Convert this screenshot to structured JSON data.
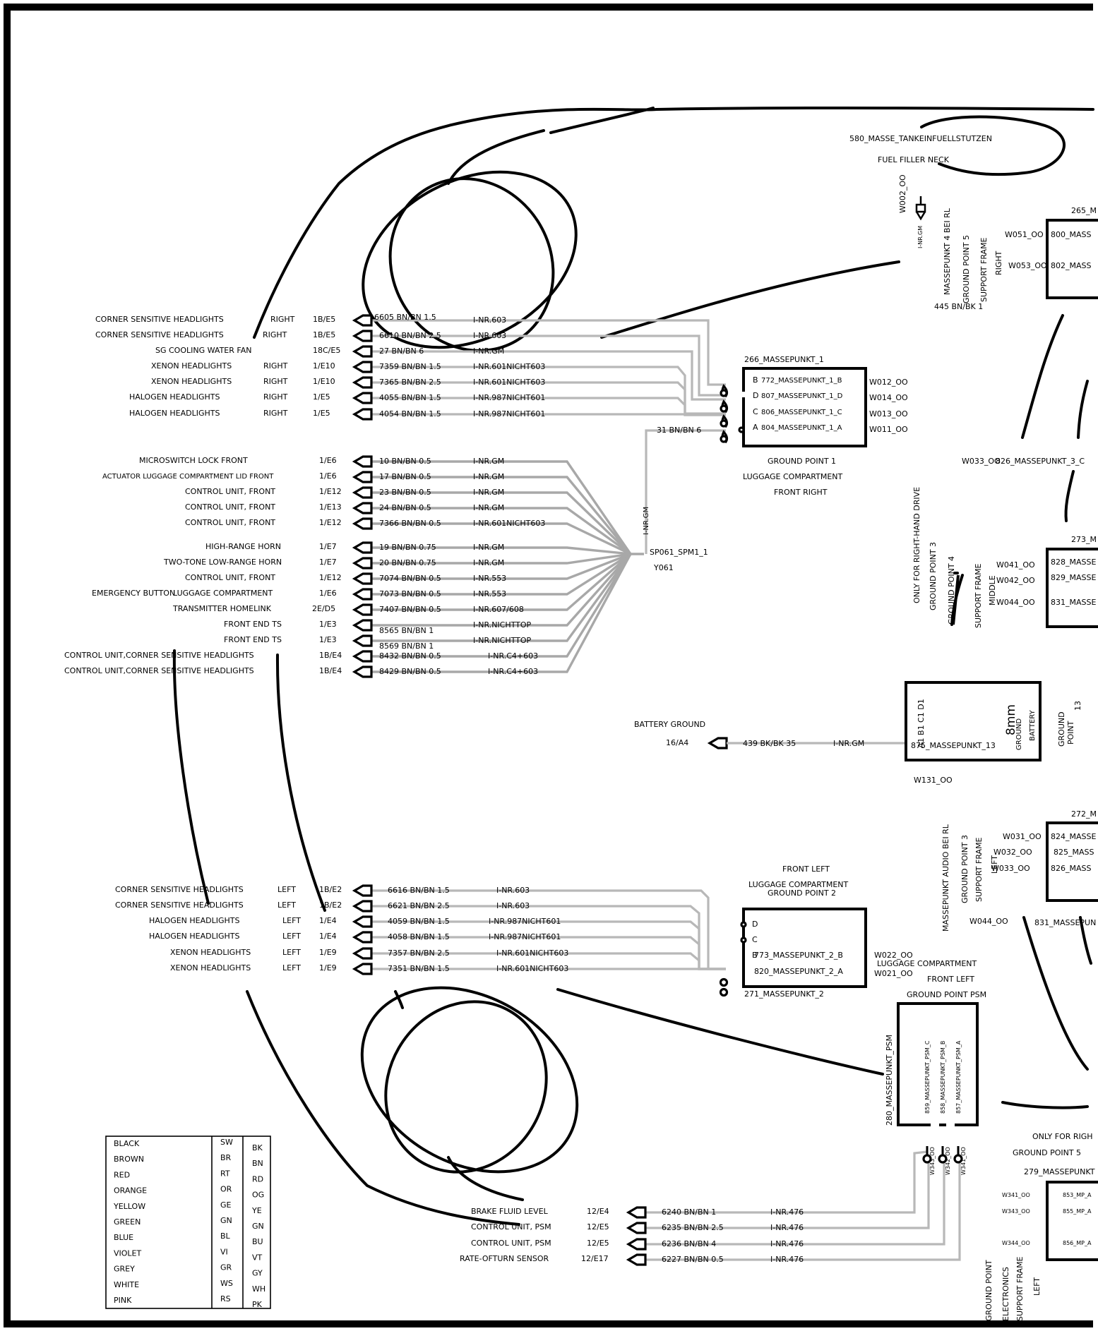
{
  "left_top_rows": [
    {
      "desc": "CORNER SENSITIVE HEADLIGHTS",
      "side": "RIGHT",
      "pin": "1B/E5",
      "wire": "6605 BN/BN 1.5",
      "inr": "I-NR.603"
    },
    {
      "desc": "CORNER SENSITIVE HEADLIGHTS",
      "side": "RIGHT",
      "pin": "1B/E5",
      "wire": "6610 BN/BN 2.5",
      "inr": "I-NR.603"
    },
    {
      "desc": "SG          COOLING WATER FAN",
      "side": "",
      "pin": "18C/E5",
      "wire": "27 BN/BN 6",
      "inr": "I-NR.GM"
    },
    {
      "desc": "XENON HEADLIGHTS",
      "side": "RIGHT",
      "pin": "1/E10",
      "wire": "7359 BN/BN 1.5",
      "inr": "I-NR.601NICHT603"
    },
    {
      "desc": "XENON HEADLIGHTS",
      "side": "RIGHT",
      "pin": "1/E10",
      "wire": "7365 BN/BN 2.5",
      "inr": "I-NR.601NICHT603"
    },
    {
      "desc": "HALOGEN      HEADLIGHTS",
      "side": "RIGHT",
      "pin": "1/E5",
      "wire": "4055 BN/BN 1.5",
      "inr": "I-NR.987NICHT601"
    },
    {
      "desc": "HALOGEN      HEADLIGHTS",
      "side": "RIGHT",
      "pin": "1/E5",
      "wire": "4054 BN/BN 1.5",
      "inr": "I-NR.987NICHT601"
    }
  ],
  "left_mid_rows": [
    {
      "desc": "MICROSWITCH          LOCK    FRONT",
      "pin": "1/E6",
      "wire": "10 BN/BN 0.5",
      "inr": "I-NR.GM"
    },
    {
      "desc": "ACTUATOR   LUGGAGE   COMPARTMENT   LID    FRONT",
      "pin": "1/E6",
      "wire": "17 BN/BN 0.5",
      "inr": "I-NR.GM"
    },
    {
      "desc": "CONTROL UNIT, FRONT",
      "pin": "1/E12",
      "wire": "23 BN/BN 0.5",
      "inr": "I-NR.GM"
    },
    {
      "desc": "CONTROL UNIT, FRONT",
      "pin": "1/E13",
      "wire": "24 BN/BN 0.5",
      "inr": "I-NR.GM"
    },
    {
      "desc": "CONTROL UNIT, FRONT",
      "pin": "1/E12",
      "wire": "7366 BN/BN 0.5",
      "inr": "I-NR.601NICHT603"
    },
    {
      "desc": "HIGH-RANGE    HORN",
      "pin": "1/E7",
      "wire": "19 BN/BN 0.75",
      "inr": "I-NR.GM"
    },
    {
      "desc": "TWO-TONE LOW-RANGE   HORN",
      "pin": "1/E7",
      "wire": "20 BN/BN 0.75",
      "inr": "I-NR.GM"
    },
    {
      "desc": "CONTROL UNIT, FRONT",
      "pin": "1/E12",
      "wire": "7074 BN/BN 0.5",
      "inr": "I-NR.553"
    },
    {
      "desc": "LUGGAGE COMPARTMENT",
      "pin": "1/E6",
      "wire": "7073 BN/BN 0.5",
      "inr": "I-NR.553"
    },
    {
      "desc": "TRANSMITTER      HOMELINK",
      "pin": "2E/D5",
      "wire": "7407 BN/BN 0.5",
      "inr": "I-NR.607/608"
    },
    {
      "desc": "FRONT END TS",
      "pin": "1/E3",
      "wire": "8565 BN/BN 1",
      "inr": "I-NR.NICHTTOP"
    },
    {
      "desc": "FRONT END TS",
      "pin": "1/E3",
      "wire": "8569 BN/BN 1",
      "inr": "I-NR.NICHTTOP"
    },
    {
      "desc": "CONTROL UNIT,CORNER SENSITIVE HEADLIGHTS",
      "pin": "1B/E4",
      "wire": "8432 BN/BN 0.5",
      "inr": "I-NR.C4+603"
    },
    {
      "desc": "CONTROL UNIT,CORNER SENSITIVE HEADLIGHTS",
      "pin": "1B/E4",
      "wire": "8429 BN/BN 0.5",
      "inr": "I-NR.C4+603"
    }
  ],
  "emergency_label": "EMERGENCY     BUTTON",
  "left_low_rows": [
    {
      "desc": "CORNER SENSITIVE HEADLIGHTS",
      "side": "LEFT",
      "pin": "1B/E2",
      "wire": "6616 BN/BN 1.5",
      "inr": "I-NR.603"
    },
    {
      "desc": "CORNER SENSITIVE HEADLIGHTS",
      "side": "LEFT",
      "pin": "1B/E2",
      "wire": "6621 BN/BN 2.5",
      "inr": "I-NR.603"
    },
    {
      "desc": "HALOGEN      HEADLIGHTS",
      "side": "LEFT",
      "pin": "1/E4",
      "wire": "4059 BN/BN 1.5",
      "inr": "I-NR.987NICHT601"
    },
    {
      "desc": "HALOGEN      HEADLIGHTS",
      "side": "LEFT",
      "pin": "1/E4",
      "wire": "4058 BN/BN 1.5",
      "inr": "I-NR.987NICHT601"
    },
    {
      "desc": "XENON HEADLIGHTS",
      "side": "LEFT",
      "pin": "1/E9",
      "wire": "7357 BN/BN 2.5",
      "inr": "I-NR.601NICHT603"
    },
    {
      "desc": "XENON HEADLIGHTS",
      "side": "LEFT",
      "pin": "1/E9",
      "wire": "7351 BN/BN 1.5",
      "inr": "I-NR.601NICHT603"
    }
  ],
  "bottom_rows": [
    {
      "desc": "BRAKE FLUID        LEVEL",
      "pin": "12/E4",
      "wire": "6240 BN/BN 1",
      "inr": "I-NR.476"
    },
    {
      "desc": "CONTROL UNIT, PSM",
      "pin": "12/E5",
      "wire": "6235 BN/BN 2.5",
      "inr": "I-NR.476"
    },
    {
      "desc": "CONTROL UNIT, PSM",
      "pin": "12/E5",
      "wire": "6236 BN/BN 4",
      "inr": "I-NR.476"
    },
    {
      "desc": "RATE-OFTURN SENSOR",
      "pin": "12/E17",
      "wire": "6227 BN/BN 0.5",
      "inr": "I-NR.476"
    }
  ],
  "gp1": {
    "title": "266_MASSEPUNKT_1",
    "pins": [
      {
        "letter": "B",
        "name": "772_MASSEPUNKT_1_B",
        "w": "W012_OO"
      },
      {
        "letter": "D",
        "name": "807_MASSEPUNKT_1_D",
        "w": "W014_OO"
      },
      {
        "letter": "C",
        "name": "806_MASSEPUNKT_1_C",
        "w": "W013_OO"
      },
      {
        "letter": "A",
        "name": "804_MASSEPUNKT_1_A",
        "w": "W011_OO"
      }
    ],
    "captions": [
      "GROUND POINT 1",
      "LUGGAGE COMPARTMENT",
      "FRONT RIGHT"
    ],
    "wire": "31 BN/BN 6"
  },
  "splice": {
    "name": "SP061_SPM1_1",
    "sub": "Y061",
    "inr": "I-NR.GM"
  },
  "gp2": {
    "captions_top": [
      "FRONT LEFT",
      "LUGGAGE COMPARTMENT",
      "GROUND POINT 2"
    ],
    "letters": [
      "D",
      "C",
      "B"
    ],
    "pins": [
      {
        "name": "773_MASSEPUNKT_2_B",
        "w": "W022_OO"
      },
      {
        "name": "820_MASSEPUNKT_2_A",
        "w": "W021_OO"
      }
    ],
    "title": "271_MASSEPUNKT_2"
  },
  "fuel": {
    "title": "580_MASSE_TANKEINFUELLSTUTZEN",
    "sub": "FUEL FILLER NECK",
    "w": "W002_OO",
    "inr": "I-NR.GM",
    "wire": "445 BN/BK 1"
  },
  "gp5_right": {
    "vlabels": [
      "MASSEPUNKT 4 BEI RL",
      "GROUND POINT 5",
      "SUPPORT FRAME",
      "RIGHT"
    ],
    "box_title": "265_M",
    "pins": [
      {
        "w": "W051_OO",
        "name": "800_MASS"
      },
      {
        "w": "W053_OO",
        "name": "802_MASS"
      }
    ]
  },
  "gp3c": {
    "w": "W033_OO",
    "name": "826_MASSEPUNKT_3_C"
  },
  "gp4": {
    "vlabels": [
      "ONLY FOR RIGHT-HAND DRIVE",
      "GROUND POINT 3",
      "GROUND POINT 4",
      "SUPPORT FRAME",
      "MIDDLE"
    ],
    "box_title": "273_M",
    "pins": [
      {
        "w": "W041_OO",
        "name": "828_MASSE"
      },
      {
        "w": "W042_OO",
        "name": "829_MASSE"
      },
      {
        "w": "W044_OO",
        "name": "831_MASSE"
      }
    ]
  },
  "battery": {
    "label": "BATTERY GROUND",
    "pin": "16/A4",
    "wire": "439 BK/BK 35",
    "inr": "I-NR.GM",
    "box_name": "875_MASSEPUNKT_13",
    "studs": "A1  B1  C1  D1",
    "size": "8mm",
    "vlabels": [
      "GROUND",
      "BATTERY"
    ],
    "gp": [
      "GROUND",
      "POINT",
      "13"
    ],
    "w": "W131_OO"
  },
  "gp3": {
    "vlabels": [
      "MASSEPUNKT AUDIO BEI RL",
      "GROUND POINT 3",
      "SUPPORT FRAME",
      "LEFT"
    ],
    "box_title": "272_M",
    "pins": [
      {
        "w": "W031_OO",
        "name": "824_MASSE"
      },
      {
        "w": "W032_OO",
        "name": "825_MASS"
      },
      {
        "w": "W033_OO",
        "name": "826_MASS"
      }
    ],
    "w44": "W044_OO",
    "n831": "831_MASSEPUN"
  },
  "psm": {
    "captions": [
      "LUGGAGE COMPARTMENT",
      "FRONT LEFT",
      "GROUND POINT PSM"
    ],
    "vtitle": "280_MASSEPUNKT_PSM",
    "pins": [
      "859_MASSEPUNKT_PSM_C",
      "858_MASSEPUNKT_PSM_B",
      "857_MASSEPUNKT_PSM_A"
    ],
    "ws": [
      "W343_OO",
      "W342_OO",
      "W341_OO"
    ]
  },
  "gp5_left": {
    "only": "ONLY FOR RIGH",
    "gp": "GROUND POINT 5",
    "box_title": "279_MASSEPUNKT",
    "pins": [
      {
        "w": "W341_OO",
        "name": "853_MP_A"
      },
      {
        "w": "W343_OO",
        "name": "855_MP_A"
      },
      {
        "w": "W344_OO",
        "name": "856_MP_A"
      }
    ],
    "vlabels": [
      "GROUND POINT",
      "ELECTRONICS",
      "SUPPORT FRAME",
      "LEFT"
    ]
  },
  "legend": [
    {
      "name": "BLACK",
      "de": "SW",
      "en": "BK"
    },
    {
      "name": "BROWN",
      "de": "BR",
      "en": "BN"
    },
    {
      "name": "RED",
      "de": "RT",
      "en": "RD"
    },
    {
      "name": "ORANGE",
      "de": "OR",
      "en": "OG"
    },
    {
      "name": "YELLOW",
      "de": "GE",
      "en": "YE"
    },
    {
      "name": "GREEN",
      "de": "GN",
      "en": "GN"
    },
    {
      "name": "BLUE",
      "de": "BL",
      "en": "BU"
    },
    {
      "name": "VIOLET",
      "de": "VI",
      "en": "VT"
    },
    {
      "name": "GREY",
      "de": "GR",
      "en": "GY"
    },
    {
      "name": "WHITE",
      "de": "WS",
      "en": "WH"
    },
    {
      "name": "PINK",
      "de": "RS",
      "en": "PK"
    }
  ],
  "colors": {
    "wire": "#b8b8b8",
    "outline": "#000000"
  }
}
